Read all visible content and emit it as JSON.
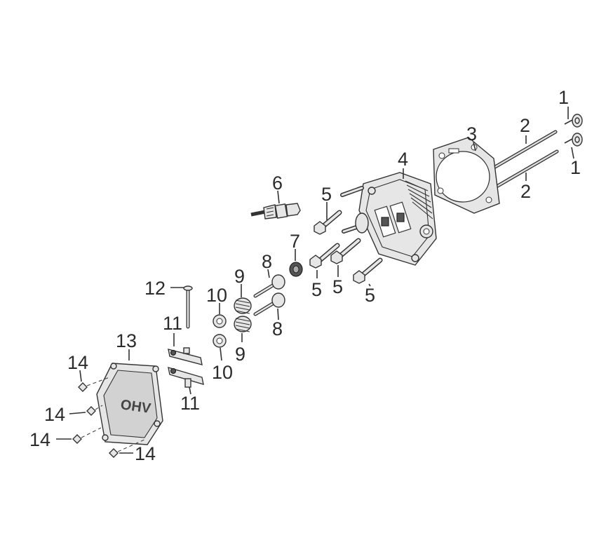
{
  "callouts": {
    "c1a": "1",
    "c1b": "1",
    "c2a": "2",
    "c2b": "2",
    "c3": "3",
    "c4": "4",
    "c5a": "5",
    "c5b": "5",
    "c5c": "5",
    "c5d": "5",
    "c6": "6",
    "c7": "7",
    "c8a": "8",
    "c8b": "8",
    "c9a": "9",
    "c9b": "9",
    "c10a": "10",
    "c10b": "10",
    "c11a": "11",
    "c11b": "11",
    "c12": "12",
    "c13": "13",
    "c14a": "14",
    "c14b": "14",
    "c14c": "14",
    "c14d": "14"
  },
  "cover_logo": "OHV"
}
